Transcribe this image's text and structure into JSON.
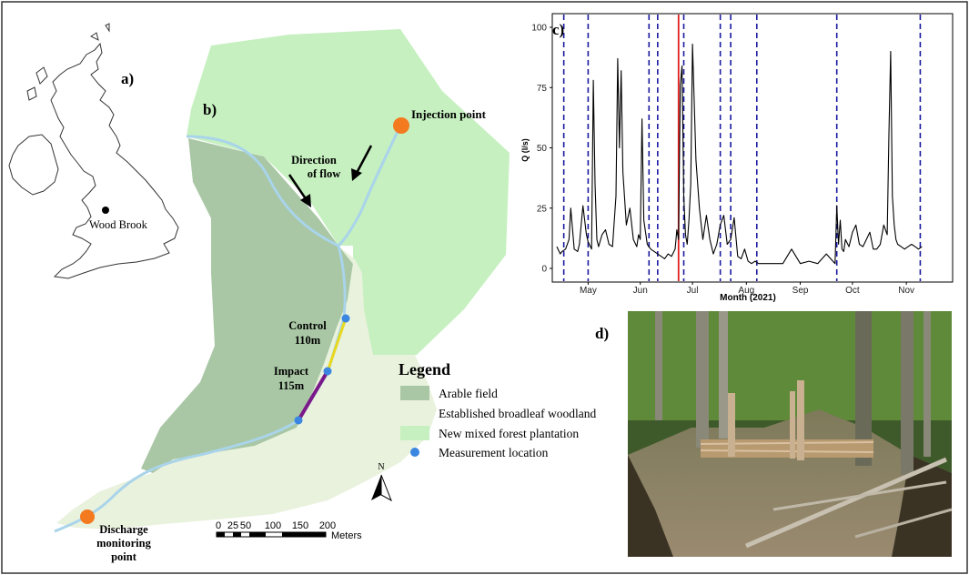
{
  "panels": {
    "a": "a)",
    "b": "b)",
    "c": "c)",
    "d": "d)"
  },
  "uk_map": {
    "site_label": "Wood Brook"
  },
  "site_map": {
    "injection_label": "Injection point",
    "flow_label_line1": "Direction",
    "flow_label_line2": "of flow",
    "control_label": "Control",
    "control_length": "110m",
    "impact_label": "Impact",
    "impact_length": "115m",
    "discharge_line1": "Discharge",
    "discharge_line2": "monitoring",
    "discharge_line3": "point",
    "north_label": "N",
    "scale": {
      "ticks": [
        "0",
        "25",
        "50",
        "100",
        "150",
        "200"
      ],
      "unit": "Meters"
    },
    "legend": {
      "title": "Legend",
      "items": [
        {
          "label": "Arable field",
          "color": "#a9c7a5"
        },
        {
          "label": "Established broadleaf woodland",
          "color": "#e9f2dd"
        },
        {
          "label": "New mixed forest plantation",
          "color": "#c6f0c0"
        },
        {
          "label": "Measurement location",
          "color": "#3a86e0"
        }
      ]
    },
    "colors": {
      "stream": "#a9d4ea",
      "control_reach": "#e8d820",
      "impact_reach": "#7a1a8a",
      "orange_marker": "#f47a20"
    }
  },
  "chart_data": {
    "type": "line",
    "xlabel": "Month (2021)",
    "ylabel": "Q (l/s)",
    "categories": [
      "May",
      "Jun",
      "Jul",
      "Aug",
      "Sep",
      "Oct",
      "Nov"
    ],
    "ylim": [
      0,
      100
    ],
    "yticks": [
      0,
      25,
      50,
      75,
      100
    ],
    "xlim": [
      0,
      225
    ],
    "month_positions": [
      18,
      48,
      78,
      109,
      140,
      170,
      201
    ],
    "dashed_vlines_day": [
      4,
      18,
      53,
      58,
      73,
      94,
      100,
      115,
      161,
      209
    ],
    "red_vline_day": 70,
    "series": [
      {
        "color": "#000000",
        "x": [
          0,
          2,
          3,
          5,
          7,
          8,
          10,
          12,
          13,
          15,
          17,
          18,
          20,
          21,
          22,
          23,
          24,
          26,
          28,
          30,
          32,
          34,
          35,
          36,
          37,
          38,
          40,
          42,
          44,
          46,
          47,
          48,
          49,
          50,
          52,
          54,
          56,
          58,
          60,
          62,
          64,
          66,
          68,
          69,
          70,
          71,
          72,
          73,
          74,
          75,
          76,
          77,
          78,
          80,
          82,
          84,
          86,
          88,
          90,
          92,
          94,
          96,
          98,
          100,
          102,
          104,
          106,
          108,
          110,
          112,
          114,
          116,
          118,
          120,
          125,
          130,
          135,
          140,
          145,
          150,
          155,
          160,
          161,
          162,
          163,
          164,
          165,
          166,
          168,
          170,
          172,
          174,
          176,
          178,
          180,
          182,
          184,
          186,
          188,
          190,
          191,
          192,
          193,
          194,
          195,
          196,
          198,
          200,
          202,
          204,
          206,
          208,
          210
        ],
        "y": [
          9,
          6,
          7,
          8,
          12,
          25,
          8,
          7,
          10,
          26,
          14,
          11,
          8,
          78,
          35,
          12,
          9,
          14,
          16,
          10,
          9,
          30,
          87,
          50,
          82,
          40,
          18,
          25,
          12,
          9,
          14,
          12,
          62,
          20,
          10,
          8,
          7,
          6,
          5,
          4,
          6,
          5,
          8,
          16,
          12,
          76,
          84,
          30,
          14,
          10,
          20,
          35,
          93,
          45,
          25,
          12,
          22,
          12,
          6,
          10,
          18,
          22,
          10,
          12,
          21,
          5,
          4,
          8,
          3,
          2,
          3,
          2,
          2,
          2,
          2,
          2,
          8,
          2,
          3,
          2,
          6,
          2,
          26,
          10,
          20,
          8,
          7,
          12,
          9,
          15,
          18,
          10,
          9,
          12,
          15,
          8,
          8,
          10,
          18,
          14,
          56,
          90,
          30,
          18,
          12,
          10,
          9,
          8,
          9,
          10,
          9,
          8,
          9
        ]
      }
    ]
  }
}
